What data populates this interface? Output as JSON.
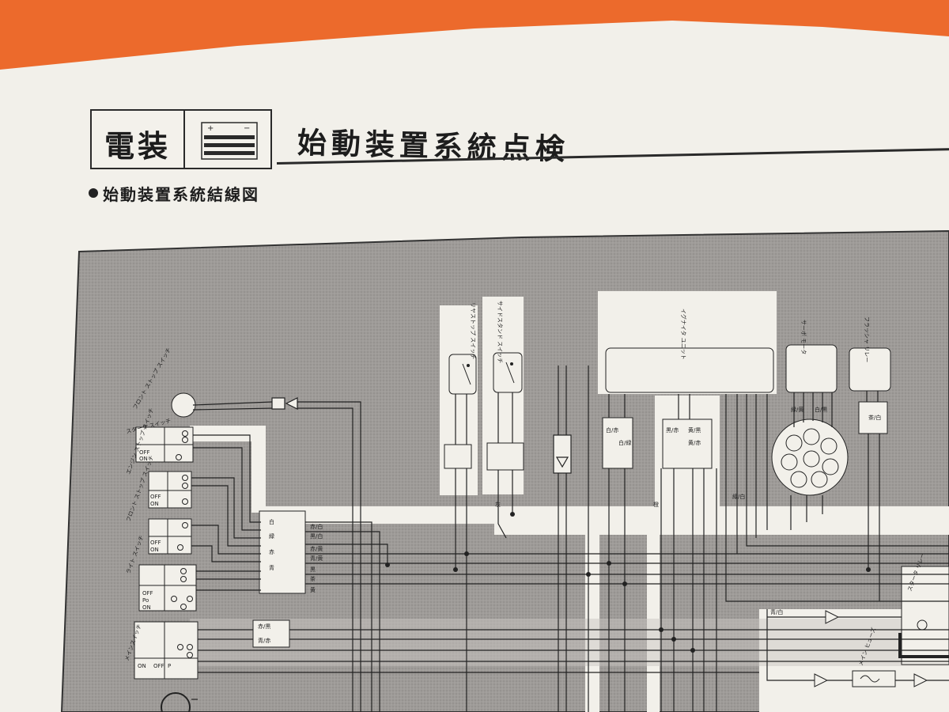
{
  "header": {
    "section_label": "電装",
    "battery_plus": "+",
    "battery_minus": "−",
    "title": "始動装置系統点検"
  },
  "subheading": "始動装置系統結線図",
  "diagram": {
    "ignitor_unit": "イグナイタ ユニット",
    "sidestand_switch": "サイドスタンド スイッチ",
    "lockstop_switch": "リヤストップ スイッチ",
    "servo_motor": "サーボ モータ",
    "flasher_relay": "フラッシャ リレー",
    "front_stop_switch": "フロント ストップ スイッチ",
    "starter_switch": "スタータ スイッチ",
    "engine_stop_switch": "エンジン ストップ スイッチ",
    "front_brake_switch": "フロント ストップ スイッチ",
    "light_switch": "ライト スイッチ",
    "main_switch": "メインスイッチ",
    "starter_relay": "スタータ リレー",
    "main_fuse": "メイン ヒューズ",
    "sw_off": "OFF",
    "sw_on": "ON",
    "sw_po": "Po",
    "sw_p": "P",
    "wire_labels": [
      "赤/白",
      "黒/白",
      "赤/黄",
      "青/黄",
      "黒",
      "茶",
      "黄",
      "白",
      "緑",
      "赤",
      "青",
      "灰",
      "橙",
      "赤/黒",
      "青/赤",
      "黒/赤",
      "白/赤",
      "白/緑",
      "黄/黒",
      "黄/赤",
      "緑/白",
      "茶/白",
      "緑/黄",
      "白/黒",
      "青/白"
    ]
  }
}
